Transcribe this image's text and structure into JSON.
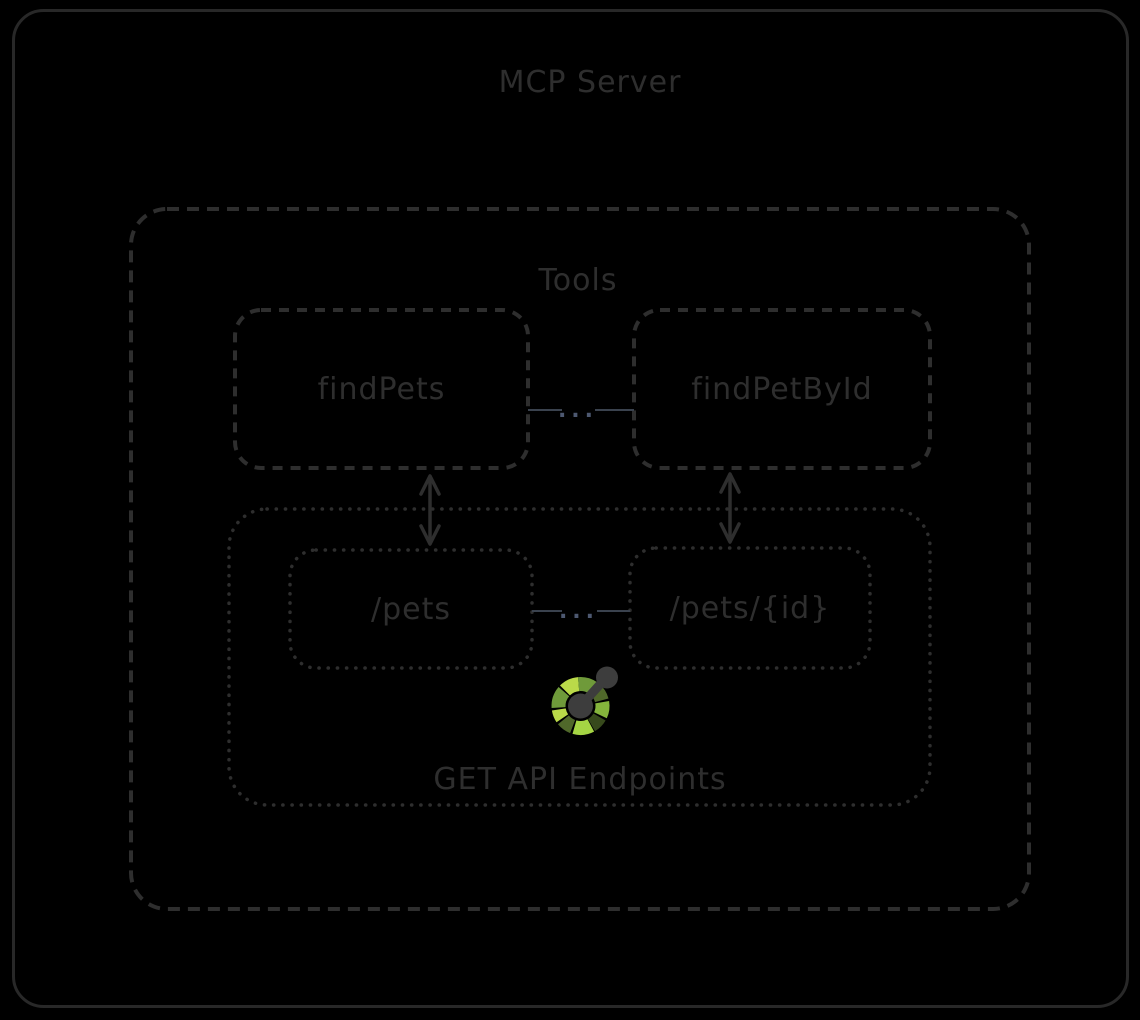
{
  "diagram": {
    "title": "MCP Server",
    "tools_group": {
      "label": "Tools",
      "nodes": [
        {
          "label": "findPets"
        },
        {
          "label": "findPetById"
        }
      ],
      "connector_label": "..."
    },
    "endpoints_group": {
      "label": "GET API Endpoints",
      "nodes": [
        {
          "label": "/pets"
        },
        {
          "label": "/pets/{id}"
        }
      ],
      "connector_label": "...",
      "icon": "openapi-logo-icon"
    },
    "colors": {
      "background": "#000000",
      "stroke": "#2e2e2e",
      "frame_stroke": "#282828",
      "text_color": "#2e2e2e",
      "connector_line": "#3a424e",
      "connector_label_color": "#4d5870",
      "icon_dark": "#3d3d3d",
      "green1": "#bada49",
      "green2": "#a5d544",
      "green3": "#85b53c",
      "green4": "#6f9a3a",
      "green5": "#50682a",
      "green6": "#374a1c"
    }
  }
}
